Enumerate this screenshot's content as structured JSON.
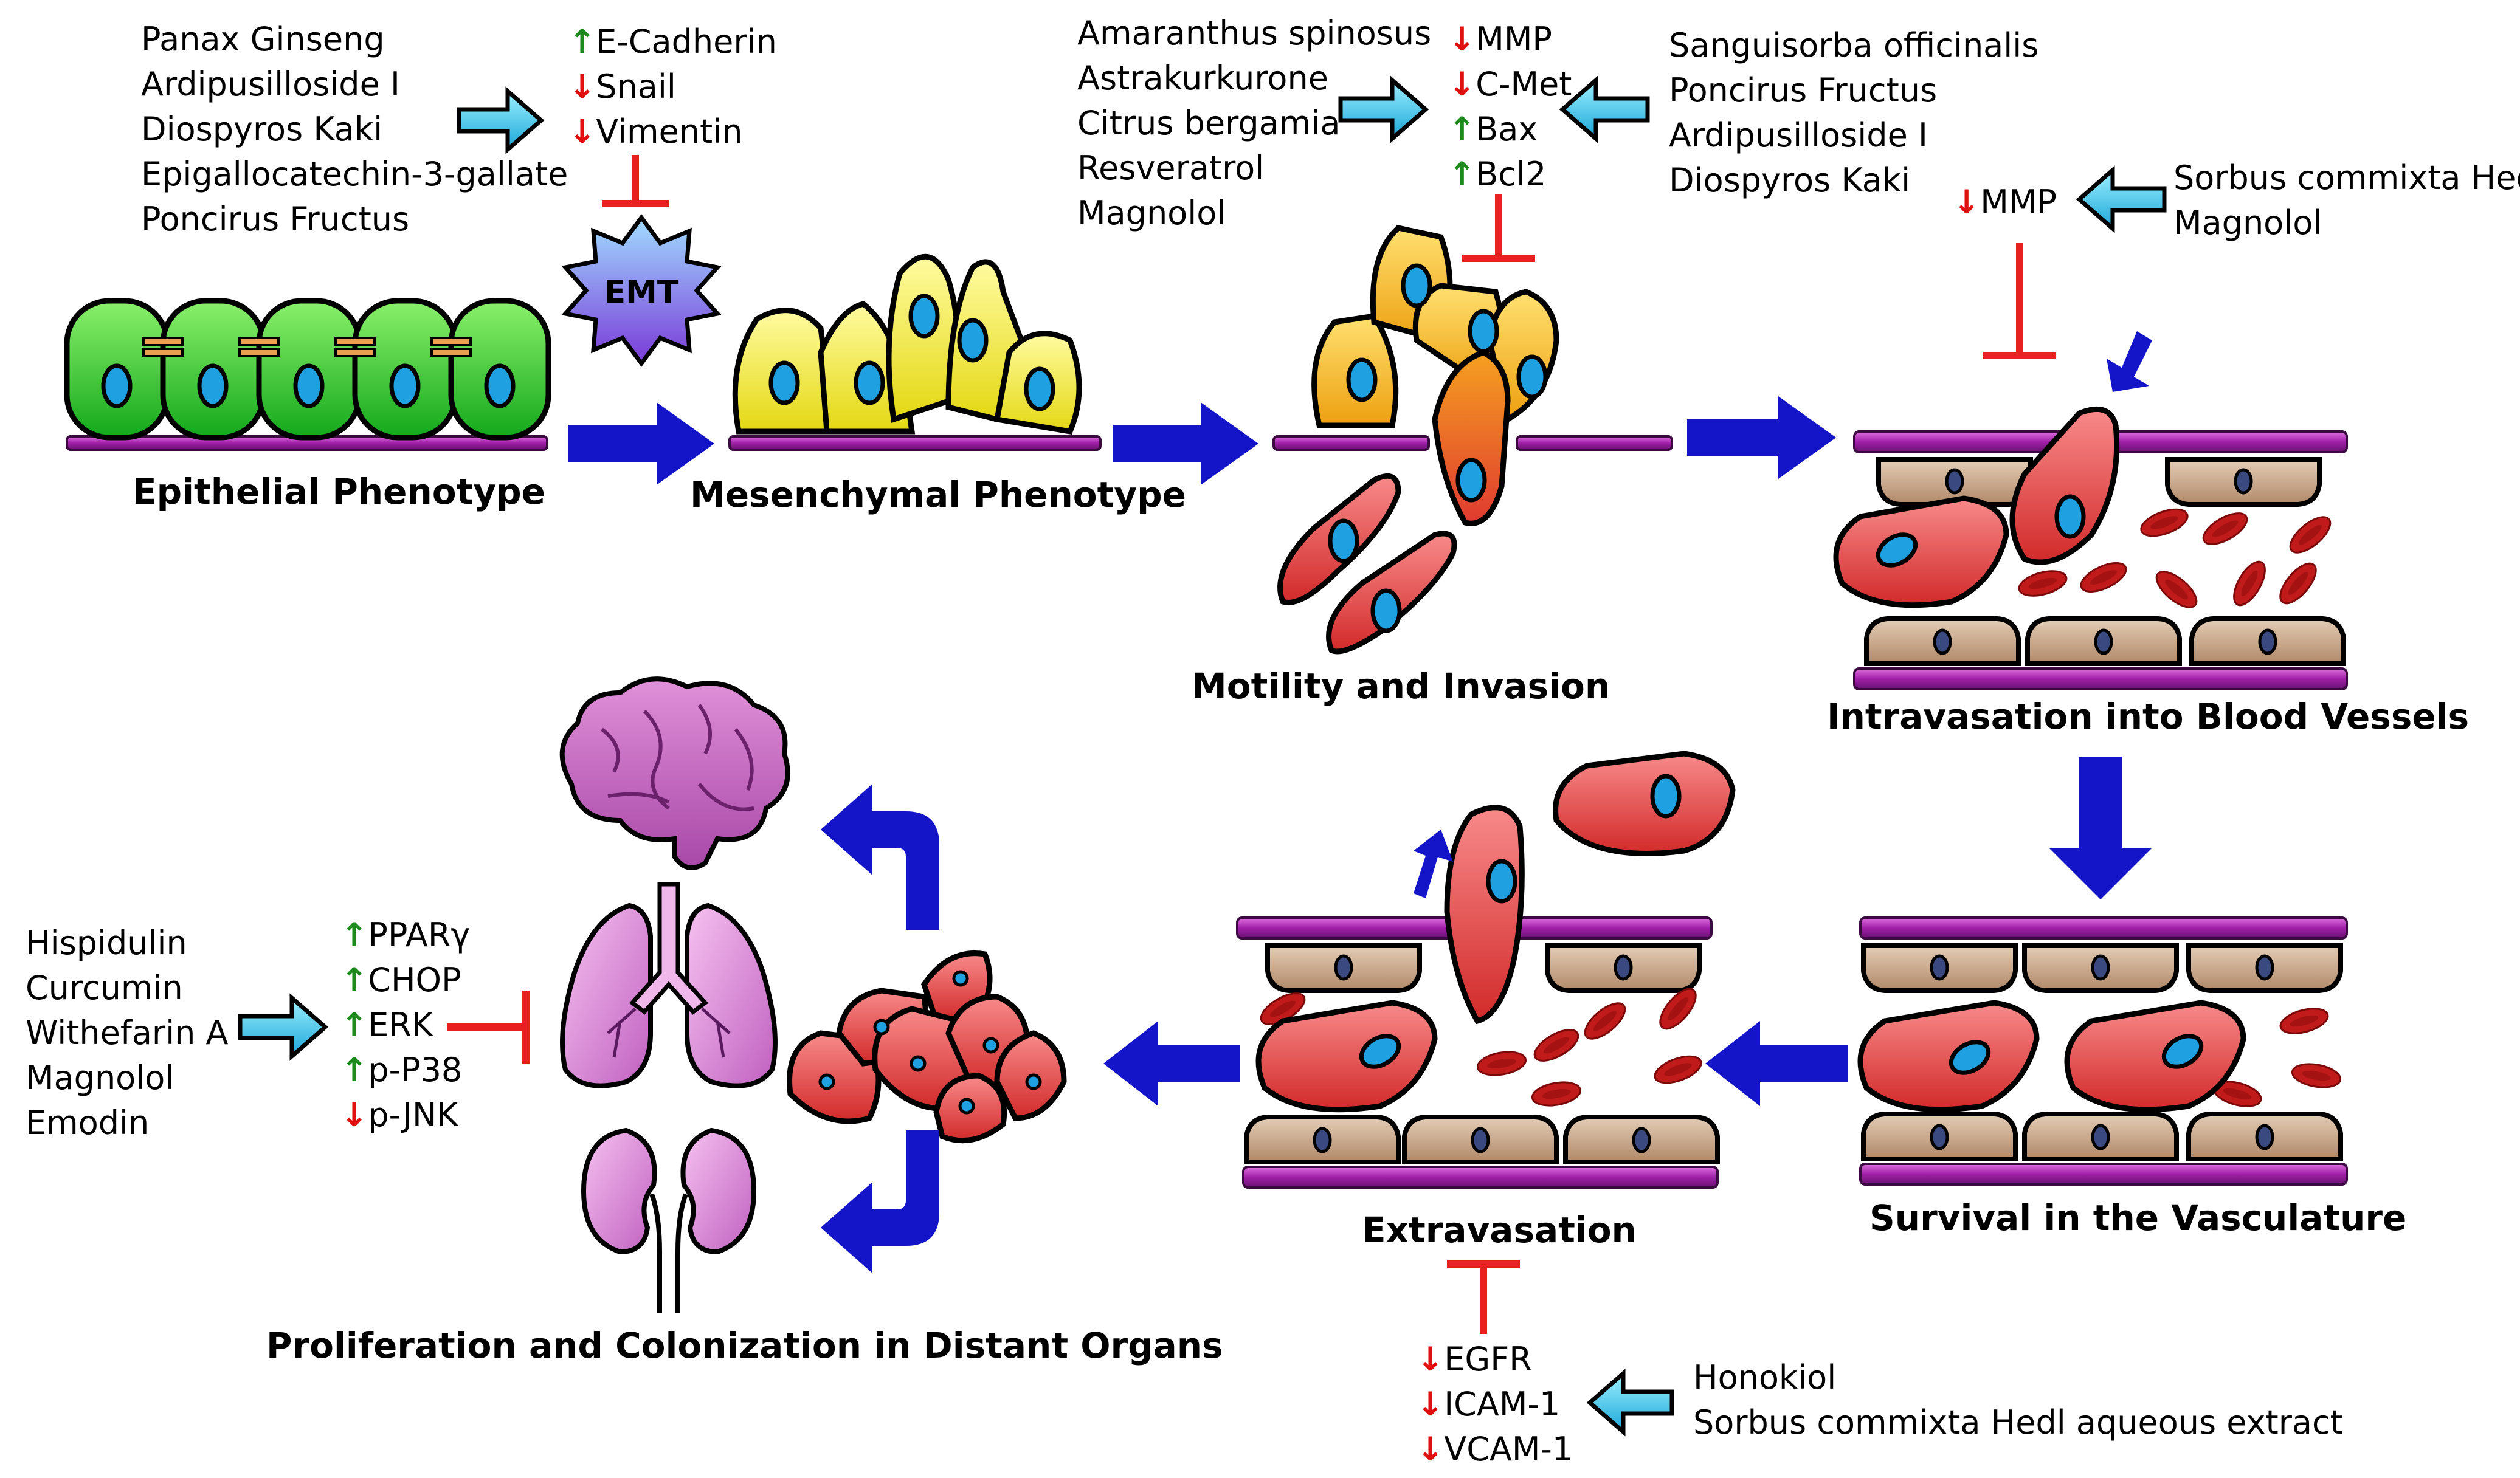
{
  "stages": {
    "epithelial": "Epithelial Phenotype",
    "mesenchymal": "Mesenchymal Phenotype",
    "motility": "Motility and Invasion",
    "intravasation": "Intravasation into Blood Vessels",
    "survival": "Survival in the Vasculature",
    "extravasation": "Extravasation",
    "proliferation": "Proliferation and Colonization in Distant Organs"
  },
  "emt_label": "EMT",
  "groups": {
    "emt_compounds": [
      "Panax Ginseng",
      "Ardipusilloside I",
      "Diospyros Kaki",
      "Epigallocatechin-3-gallate",
      "Poncirus Fructus"
    ],
    "emt_markers": [
      {
        "dir": "up",
        "name": "E-Cadherin"
      },
      {
        "dir": "down",
        "name": "Snail"
      },
      {
        "dir": "down",
        "name": "Vimentin"
      }
    ],
    "motility_compounds_left": [
      "Amaranthus spinosus",
      "Astrakurkurone",
      "Citrus bergamia",
      "Resveratrol",
      "Magnolol"
    ],
    "motility_markers": [
      {
        "dir": "down",
        "name": "MMP"
      },
      {
        "dir": "down",
        "name": "C-Met"
      },
      {
        "dir": "up",
        "name": "Bax"
      },
      {
        "dir": "up",
        "name": "Bcl2"
      }
    ],
    "motility_compounds_right": [
      "Sanguisorba officinalis",
      "Poncirus Fructus",
      "Ardipusilloside I",
      "Diospyros Kaki"
    ],
    "intravasation_marker": {
      "dir": "down",
      "name": "MMP"
    },
    "intravasation_compounds": [
      "Sorbus commixta Hedl",
      "Magnolol"
    ],
    "extravasation_markers": [
      {
        "dir": "down",
        "name": "EGFR"
      },
      {
        "dir": "down",
        "name": "ICAM-1"
      },
      {
        "dir": "down",
        "name": "VCAM-1"
      }
    ],
    "extravasation_compounds": [
      "Honokiol",
      "Sorbus commixta Hedl aqueous extract"
    ],
    "colonization_compounds": [
      "Hispidulin",
      "Curcumin",
      "Withefarin A",
      "Magnolol",
      "Emodin"
    ],
    "colonization_markers": [
      {
        "dir": "up",
        "name": "PPARγ"
      },
      {
        "dir": "up",
        "name": "CHOP"
      },
      {
        "dir": "up",
        "name": "ERK"
      },
      {
        "dir": "up",
        "name": "p-P38"
      },
      {
        "dir": "down",
        "name": "p-JNK"
      }
    ]
  },
  "colors": {
    "blue_arrow": "#1414c8",
    "cyan_arrow": "#39c6e8",
    "inhibit": "#e82020",
    "green_cell": "#22c42a",
    "yellow_cell": "#f2ec2a",
    "orange_cell": "#f5b820",
    "red_cell": "#e84848",
    "nucleus": "#1fa0e0",
    "membrane": "#b030b0",
    "endothelial": "#c8a888"
  }
}
